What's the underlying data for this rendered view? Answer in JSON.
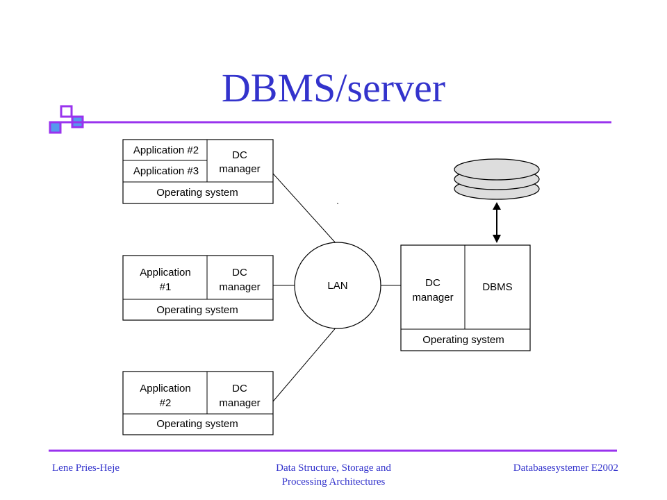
{
  "slide": {
    "title": "DBMS/server"
  },
  "diagram": {
    "client_top": {
      "app_a": "Application #2",
      "app_b": "Application #3",
      "dc_line1": "DC",
      "dc_line2": "manager",
      "os": "Operating system"
    },
    "client_middle": {
      "app_line1": "Application",
      "app_line2": "#1",
      "dc_line1": "DC",
      "dc_line2": "manager",
      "os": "Operating system"
    },
    "client_bottom": {
      "app_line1": "Application",
      "app_line2": "#2",
      "dc_line1": "DC",
      "dc_line2": "manager",
      "os": "Operating system"
    },
    "network": {
      "label": "LAN"
    },
    "server": {
      "dc_line1": "DC",
      "dc_line2": "manager",
      "dbms": "DBMS",
      "os": "Operating system"
    }
  },
  "footer": {
    "author": "Lene Pries-Heje",
    "course_line1": "Data Structure, Storage and",
    "course_line2": "Processing Architectures",
    "course_code": "Databasesystemer E2002"
  },
  "colors": {
    "title": "#3333cc",
    "rule": "#9933ee",
    "deco_fill": "#5599ee",
    "disk_fill": "#dddddd"
  }
}
